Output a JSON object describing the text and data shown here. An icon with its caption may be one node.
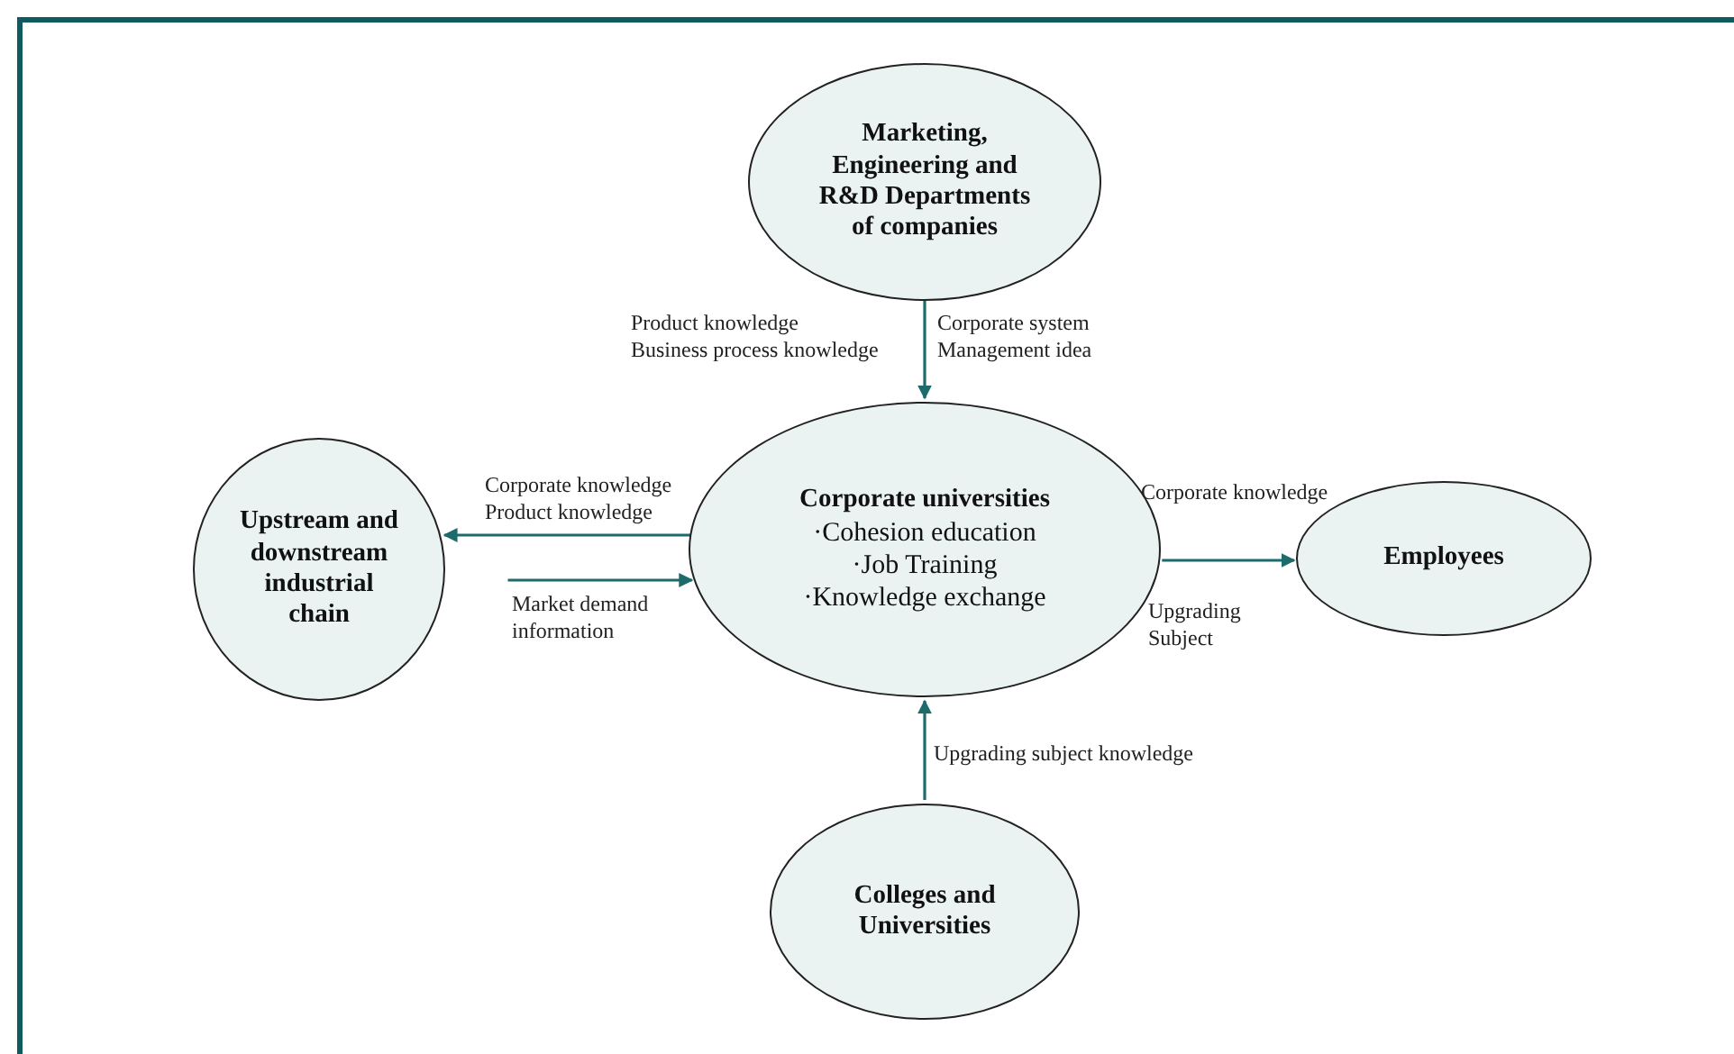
{
  "diagram": {
    "nodes": [
      {
        "text": [
          "Marketing, Engineering and R&D Departments of companies"
        ]
      },
      {
        "text": [
          "Corporate universities",
          "·Cohesion education",
          "·Job Training",
          "·Knowledge exchange"
        ]
      },
      {
        "text": [
          "Upstream and downstream industrial chain"
        ]
      },
      {
        "text": [
          "Employees"
        ]
      },
      {
        "text": [
          "Colleges and Universities"
        ]
      }
    ],
    "edges": [
      {
        "from": 0,
        "to": 1,
        "arrow": "to",
        "label": "Product knowledge Business process knowledge"
      },
      {
        "from": 1,
        "to": 2,
        "arrow": "to",
        "label": "Corporate knowledge Product knowledge"
      },
      {
        "from": 2,
        "to": 1,
        "arrow": "to",
        "label": "Market demand information"
      },
      {
        "from": 1,
        "to": 3,
        "arrow": "to",
        "label": "Corporate knowledge"
      },
      {
        "from": 4,
        "to": 1,
        "arrow": "to",
        "label": "Upgrading subject knowledge"
      }
    ],
    "labels": [
      "Corporate system Management idea",
      "Upgrading Subject"
    ]
  }
}
